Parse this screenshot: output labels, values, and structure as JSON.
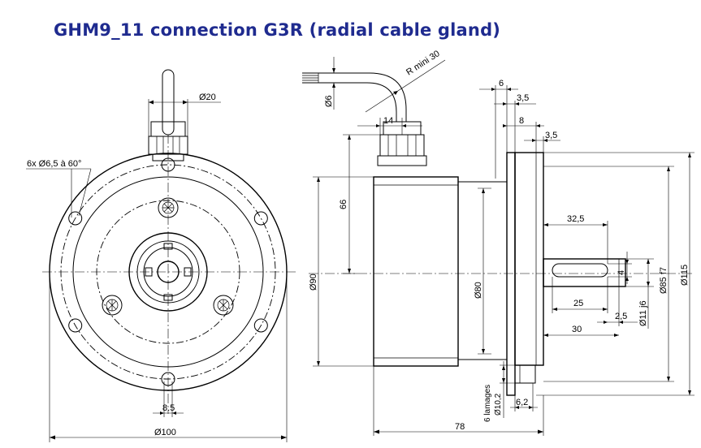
{
  "title": "GHM9_11 connection G3R (radial cable gland)",
  "front_view": {
    "hole_pattern": "6x Ø6,5 à 60°",
    "gland_diameter": "Ø20",
    "key_width": "8.5",
    "flange_diameter": "Ø100"
  },
  "side_view": {
    "cable_diameter": "Ø6",
    "bend_radius": "R mini 30",
    "gland_offset": "14",
    "gland_height": "66",
    "body_diameter": "Ø90",
    "housing_diameter": "Ø80",
    "flange_thickness_a": "6",
    "flange_thickness_b": "3,5",
    "spigot_length": "8",
    "spigot_step": "3,5",
    "shaft_length_long": "32,5",
    "key_length": "25",
    "shaft_length": "30",
    "shaft_step": "2,5",
    "key_height": "4",
    "shaft_diameter": "Ø11 j6",
    "spigot_diameter": "Ø85 f7",
    "flange_outer_diameter": "Ø115",
    "counterbores": "6 lamages",
    "counterbore_diameter": "Ø10,2",
    "counterbore_depth": "6,2",
    "overall_length": "78"
  }
}
